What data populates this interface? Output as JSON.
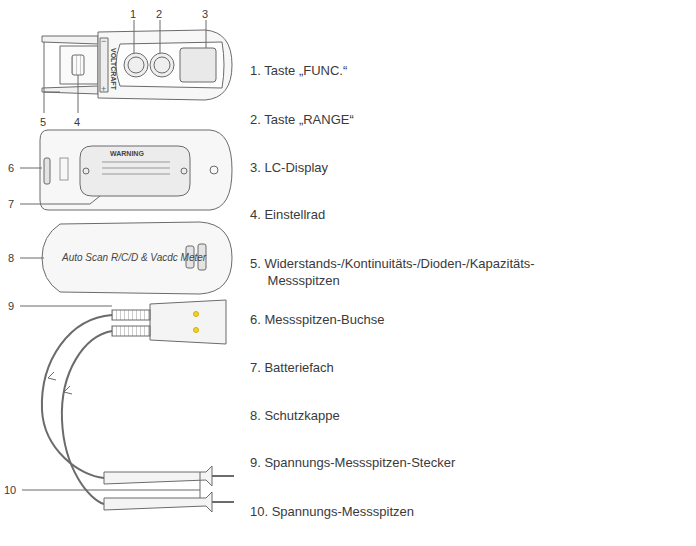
{
  "diagram": {
    "labels": [
      "1",
      "2",
      "3",
      "4",
      "5",
      "6",
      "7",
      "8",
      "9",
      "10",
      "VOLTCRAFT",
      "WARNING",
      "Auto Scan R/C/D & Vacdc Meter",
      "1. Taste „FUNC.“",
      "2. Taste „RANGE“",
      "3. LC-Display",
      "4. Einstellrad",
      "5. Widerstands-/Kontinuitäts-/Dioden-/Kapazitäts- Messspitzen",
      "6. Messspitzen-Buchse",
      "7. Batteriefach",
      "8. Schutzkappe",
      "9. Spannungs-Messspitzen-Stecker",
      "10. Spannungs-Messspitzen"
    ]
  }
}
